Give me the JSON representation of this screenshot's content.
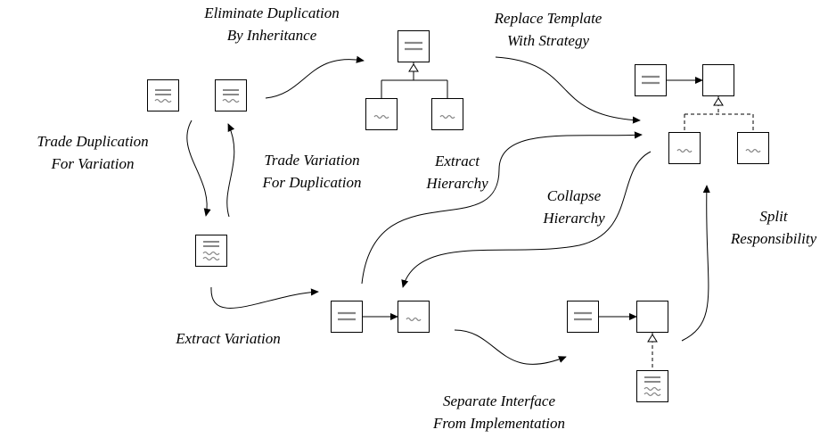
{
  "labels": {
    "eliminate_duplication": [
      "Eliminate Duplication",
      "By Inheritance"
    ],
    "replace_template": [
      "Replace Template",
      "With Strategy"
    ],
    "trade_duplication": [
      "Trade Duplication",
      "For Variation"
    ],
    "trade_variation": [
      "Trade Variation",
      "For Duplication"
    ],
    "extract_hierarchy": [
      "Extract",
      "Hierarchy"
    ],
    "collapse_hierarchy": [
      "Collapse",
      "Hierarchy"
    ],
    "split_responsibility": [
      "Split",
      "Responsibility"
    ],
    "extract_variation": [
      "Extract Variation"
    ],
    "separate_interface": [
      "Separate Interface",
      "From Implementation"
    ]
  },
  "colors": {
    "line": "#000000",
    "glyph": "#888888",
    "box_fill": "#ffffff"
  },
  "icons": {
    "duplicated_class": "class-with-lines-and-wave-icon",
    "variation_class": "class-with-lines-and-double-wave-icon",
    "invariant_part": "class-with-two-lines-icon",
    "variant_part": "class-with-wave-icon",
    "abstract_class": "empty-class-icon"
  }
}
